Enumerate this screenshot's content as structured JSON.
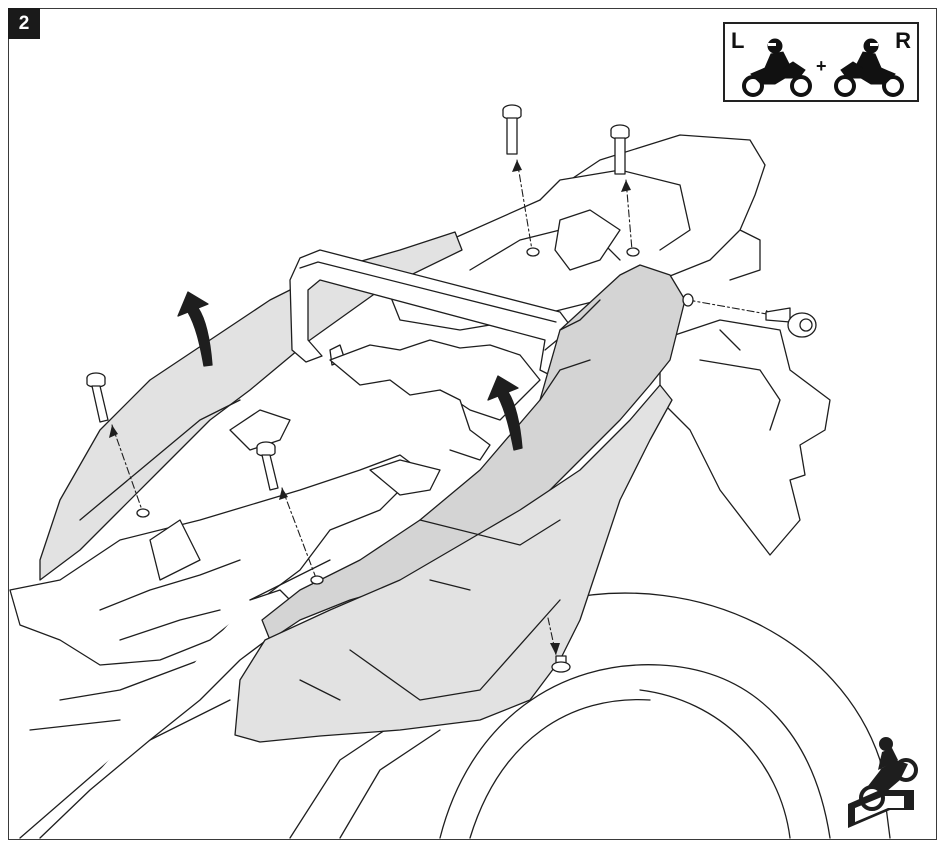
{
  "step": {
    "number": "2"
  },
  "side_indicator": {
    "left_letter": "L",
    "separator": "+",
    "right_letter": "R"
  },
  "colors": {
    "ink": "#1e1e1e",
    "part_fill": "#e2e2e2",
    "dark_part_fill": "#d4d4d4",
    "badge": "#1a1a1a"
  },
  "components": [
    "grab-rail",
    "left-side-cover",
    "right-side-cover",
    "seat-subframe",
    "rear-fender",
    "rear-tire"
  ],
  "fasteners": {
    "count": 6,
    "kinds": [
      "socket-bolt",
      "flange-bolt",
      "fender-screw"
    ]
  },
  "arrows": {
    "removal_direction": "up",
    "count": 2
  }
}
